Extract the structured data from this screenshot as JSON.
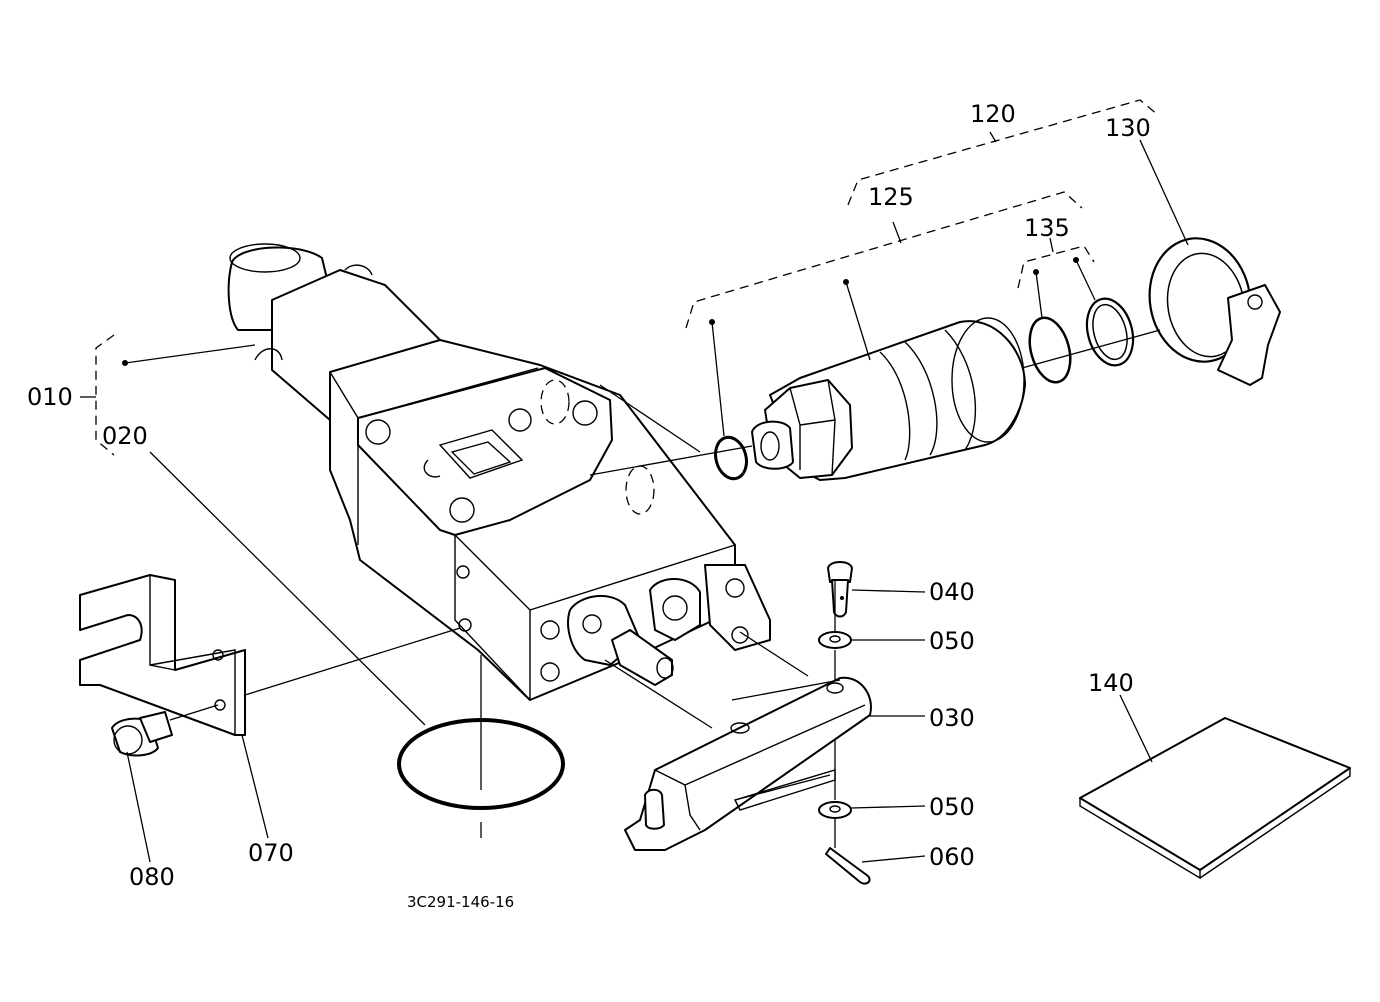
{
  "labels": {
    "p010": "010",
    "p020": "020",
    "p030": "030",
    "p040": "040",
    "p050a": "050",
    "p050b": "050",
    "p060": "060",
    "p070": "070",
    "p080": "080",
    "p120": "120",
    "p125": "125",
    "p130": "130",
    "p135": "135",
    "p140": "140"
  },
  "figure_code": "3C291-146-16"
}
